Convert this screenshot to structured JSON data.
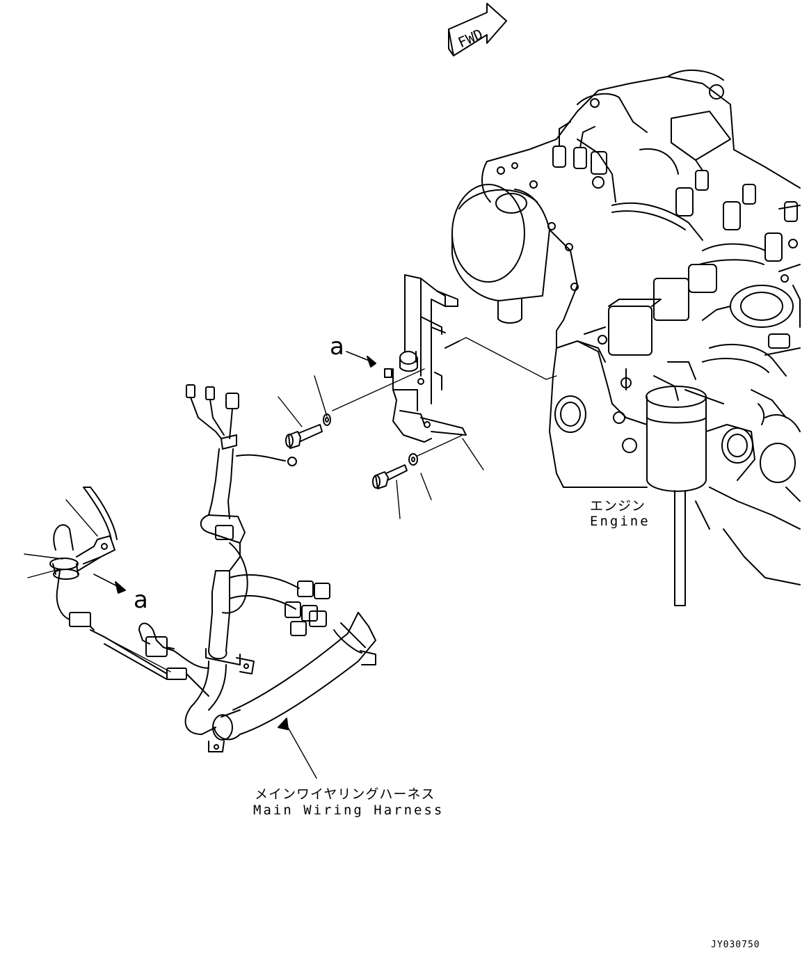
{
  "fwd_label": "FWD",
  "labels": {
    "engine_ja": "エンジン",
    "engine_en": "Engine",
    "harness_ja": "メインワイヤリングハーネス",
    "harness_en": "Main Wiring Harness",
    "ref_a_top": "a",
    "ref_a_left": "a",
    "drawing_code": "JY030750"
  },
  "colors": {
    "ink": "#000000",
    "paper": "#ffffff"
  }
}
